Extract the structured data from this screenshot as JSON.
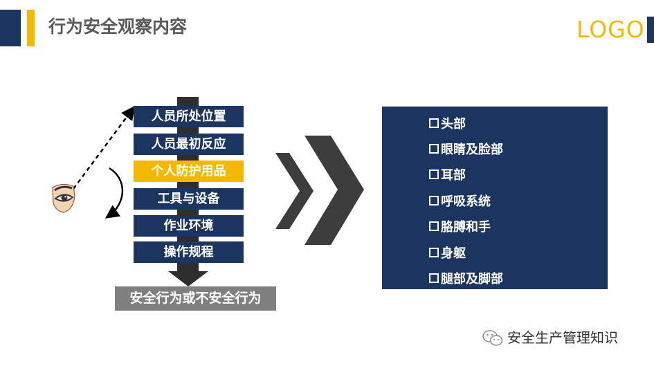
{
  "header": {
    "title": "行为安全观察内容",
    "logo": "LOGO"
  },
  "flow": {
    "steps": [
      "人员所处位置",
      "人员最初反应",
      "个人防护用品",
      "工具与设备",
      "作业环境",
      "操作规程"
    ],
    "highlighted_step": "个人防护用品",
    "result": "安全行为或不安全行为"
  },
  "body_parts": {
    "items": [
      "头部",
      "眼睛及脸部",
      "耳部",
      "呼吸系统",
      "胳膊和手",
      "身躯",
      "腿部及脚部"
    ]
  },
  "footer": {
    "source": "安全生产管理知识"
  },
  "colors": {
    "navy": "#1a3560",
    "yellow": "#f5b800",
    "gray": "#7f7f7f",
    "dark": "#2e2e2e"
  },
  "icons": [
    "eye-icon",
    "chevron-double-right-icon",
    "wechat-icon"
  ]
}
